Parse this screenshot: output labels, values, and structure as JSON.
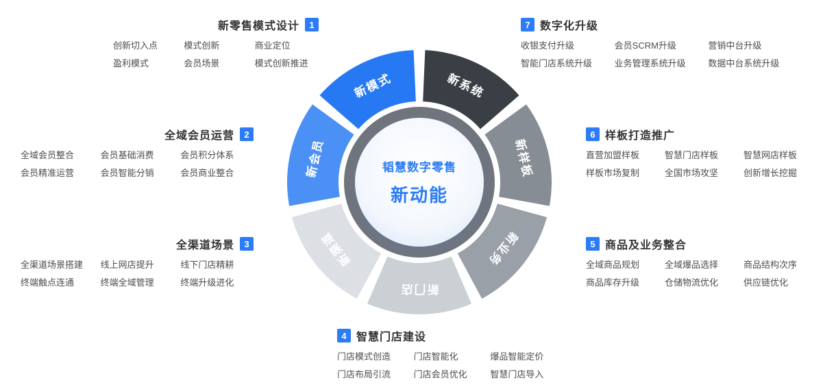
{
  "title": "韬慧数字零售新动能",
  "colors": {
    "badge": "#2b7cf6",
    "center_text": "#2b7cf6",
    "ring": "#70757c",
    "item_text": "#4d4d4d",
    "title_text": "#333333"
  },
  "center": {
    "brand": "韬慧数字零售",
    "theme": "新动能"
  },
  "wheel": {
    "segments": [
      {
        "label": "新系统",
        "color": "#3a3f45",
        "text_color": "#ffffff"
      },
      {
        "label": "新样板",
        "color": "#868d94",
        "text_color": "#ffffff"
      },
      {
        "label": "新业务",
        "color": "#99a0a8",
        "text_color": "#ffffff"
      },
      {
        "label": "新门店",
        "color": "#cbd0d5",
        "text_color": "#ffffff"
      },
      {
        "label": "新渠道",
        "color": "#dce0e4",
        "text_color": "#ffffff"
      },
      {
        "label": "新会员",
        "color": "#4a90f5",
        "text_color": "#ffffff"
      },
      {
        "label": "新模式",
        "color": "#2679f2",
        "text_color": "#ffffff"
      }
    ]
  },
  "sections": [
    {
      "num": "1",
      "title": "新零售模式设计",
      "items": [
        "创新切入点",
        "模式创新",
        "商业定位",
        "盈利模式",
        "会员场景",
        "模式创新推进"
      ]
    },
    {
      "num": "2",
      "title": "全域会员运营",
      "items": [
        "全域会员整合",
        "会员基础消费",
        "会员积分体系",
        "会员精准运营",
        "会员智能分销",
        "会员商业整合"
      ]
    },
    {
      "num": "3",
      "title": "全渠道场景",
      "items": [
        "全渠道场景搭建",
        "线上网店提升",
        "线下门店精耕",
        "终端触点连通",
        "终端全域管理",
        "终端升级进化"
      ]
    },
    {
      "num": "4",
      "title": "智慧门店建设",
      "items": [
        "门店模式创造",
        "门店智能化",
        "爆品智能定价",
        "门店布局引流",
        "门店会员优化",
        "智慧门店导入"
      ]
    },
    {
      "num": "5",
      "title": "商品及业务整合",
      "items": [
        "全域商品规划",
        "全域爆品选择",
        "商品结构次序",
        "商品库存升级",
        "仓储物流优化",
        "供应链优化"
      ]
    },
    {
      "num": "6",
      "title": "样板打造推广",
      "items": [
        "直营加盟样板",
        "智慧门店样板",
        "智慧网店样板",
        "样板市场复制",
        "全国市场攻坚",
        "创新增长挖掘"
      ]
    },
    {
      "num": "7",
      "title": "数字化升级",
      "items": [
        "收银支付升级",
        "会员SCRM升级",
        "营销中台升级",
        "智能门店系统升级",
        "业务管理系统升级",
        "数据中台系统升级"
      ]
    }
  ]
}
